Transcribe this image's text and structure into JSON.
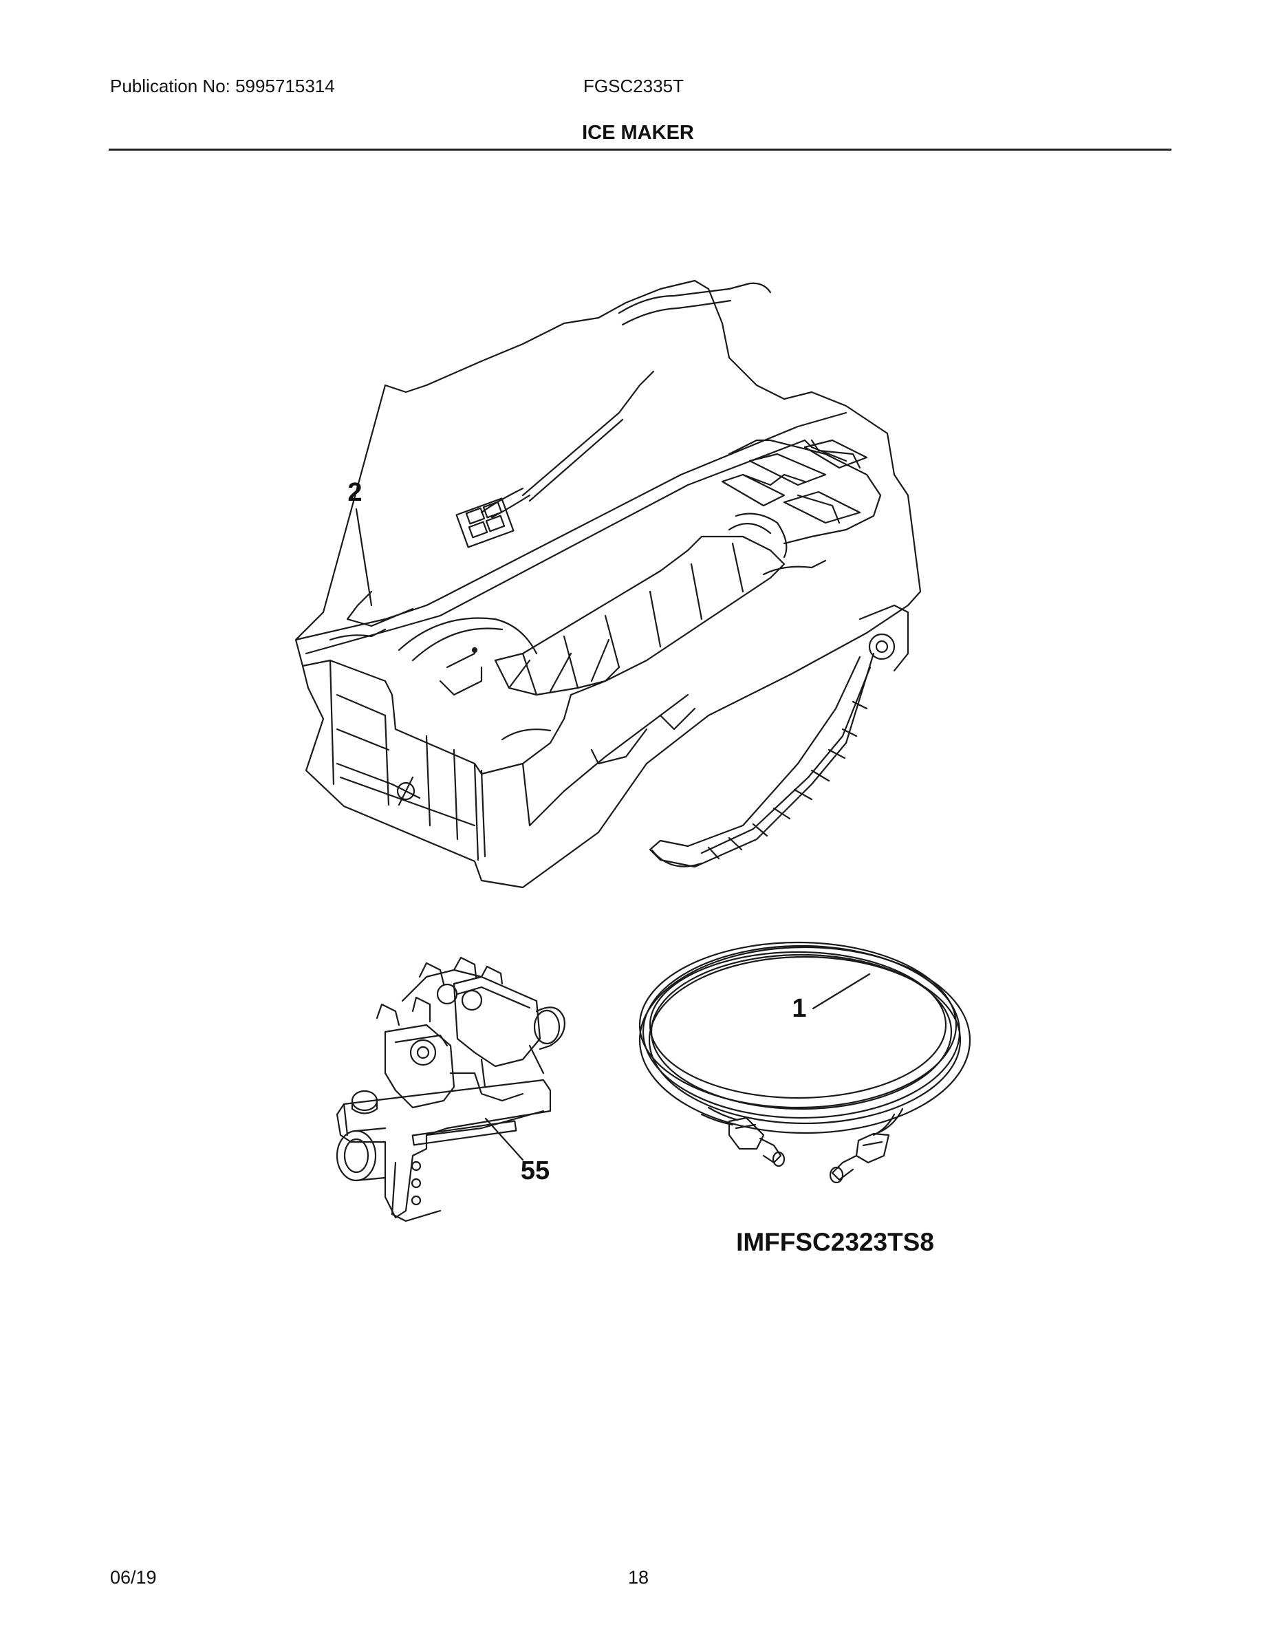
{
  "header": {
    "publication": "Publication No: 5995715314",
    "model": "FGSC2335T",
    "title": "ICE MAKER"
  },
  "callouts": {
    "ice_maker": "2",
    "water_tube": "1",
    "water_valve": "55"
  },
  "kit_code": "IMFFSC2323TS8",
  "footer": {
    "date": "06/19",
    "page": "18"
  }
}
